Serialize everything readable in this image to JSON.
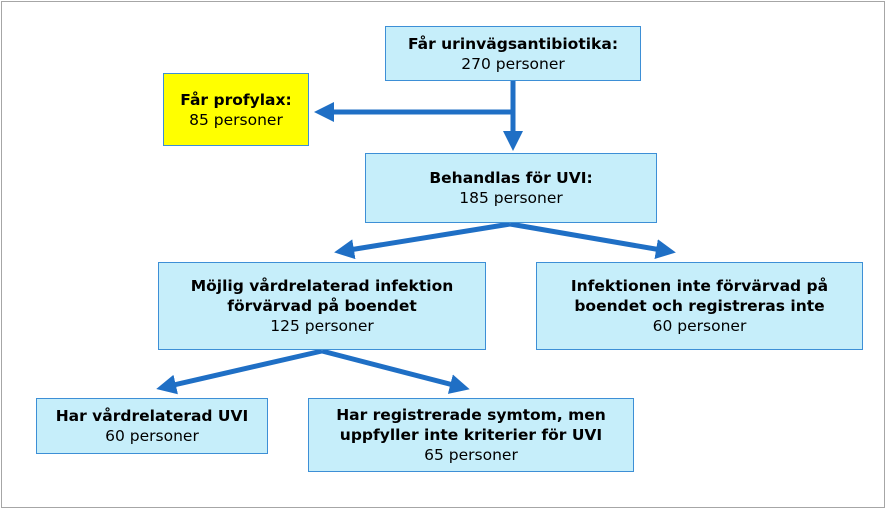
{
  "boxes": {
    "antibiotics": {
      "title": "Får urinvägsantibiotika:",
      "count": "270 personer"
    },
    "prophylaxis": {
      "title": "Får profylax:",
      "count": "85 personer"
    },
    "treated_uti": {
      "title": "Behandlas för UVI:",
      "count": "185 personer"
    },
    "possible_hai": {
      "title": "Möjlig vårdrelaterad infektion\nförvärvad på boendet",
      "count": "125 personer"
    },
    "not_acquired": {
      "title": "Infektionen inte förvärvad på\nboendet och registreras inte",
      "count": "60 personer"
    },
    "has_hai_uti": {
      "title": "Har vårdrelaterad UVI",
      "count": "60 personer"
    },
    "symptoms_no_criteria": {
      "title": "Har registrerade symtom, men\nuppfyller inte kriterier för UVI",
      "count": "65 personer"
    }
  },
  "colors": {
    "box_fill": "#c6eefa",
    "box_border": "#3d8fd6",
    "highlight_fill": "#ffff00",
    "arrow": "#1f6fc5"
  }
}
